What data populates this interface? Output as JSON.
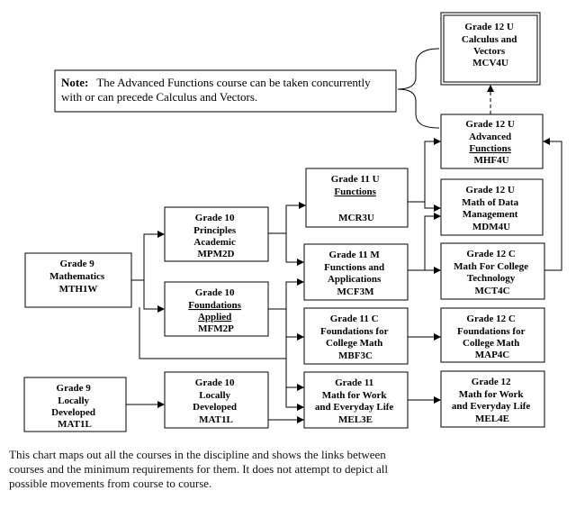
{
  "courses": {
    "mcv4u": [
      "Grade 12 U",
      "Calculus and",
      "Vectors",
      "MCV4U"
    ],
    "mhf4u": [
      "Grade 12 U",
      "Advanced",
      "Functions",
      "MHF4U"
    ],
    "mdm4u": [
      "Grade 12 U",
      "Math of Data",
      "Management",
      "MDM4U"
    ],
    "mct4c": [
      "Grade 12 C",
      "Math For College",
      "Technology",
      "MCT4C"
    ],
    "map4c": [
      "Grade 12 C",
      "Foundations for",
      "College Math",
      "MAP4C"
    ],
    "mel4e": [
      "Grade 12",
      "Math for Work",
      "and Everyday Life",
      "MEL4E"
    ],
    "mcr3u": [
      "Grade 11 U",
      "Functions",
      "",
      "MCR3U"
    ],
    "mcf3m": [
      "Grade 11 M",
      "Functions and",
      "Applications",
      "MCF3M"
    ],
    "mbf3c": [
      "Grade 11 C",
      "Foundations for",
      "College Math",
      "MBF3C"
    ],
    "mel3e": [
      "Grade 11",
      "Math for Work",
      "and Everyday Life",
      "MEL3E"
    ],
    "mpm2d": [
      "Grade 10",
      "Principles",
      "Academic",
      "MPM2D"
    ],
    "mfm2p": [
      "Grade 10",
      "Foundations",
      "Applied",
      "MFM2P"
    ],
    "mat1l_10": [
      "Grade 10",
      "Locally",
      "Developed",
      "MAT1L"
    ],
    "mth1w": [
      "Grade 9",
      "Mathematics",
      "MTH1W"
    ],
    "mat1l_9": [
      "Grade 9",
      "Locally",
      "Developed",
      "MAT1L"
    ]
  },
  "note": {
    "label": "Note:",
    "line1": "The Advanced Functions course can be taken concurrently",
    "line2": "with or can precede Calculus and Vectors."
  },
  "caption": "This chart maps out all the courses in the discipline and shows the links between courses and the minimum requirements for them. It does not attempt to depict all possible movements from course to course."
}
